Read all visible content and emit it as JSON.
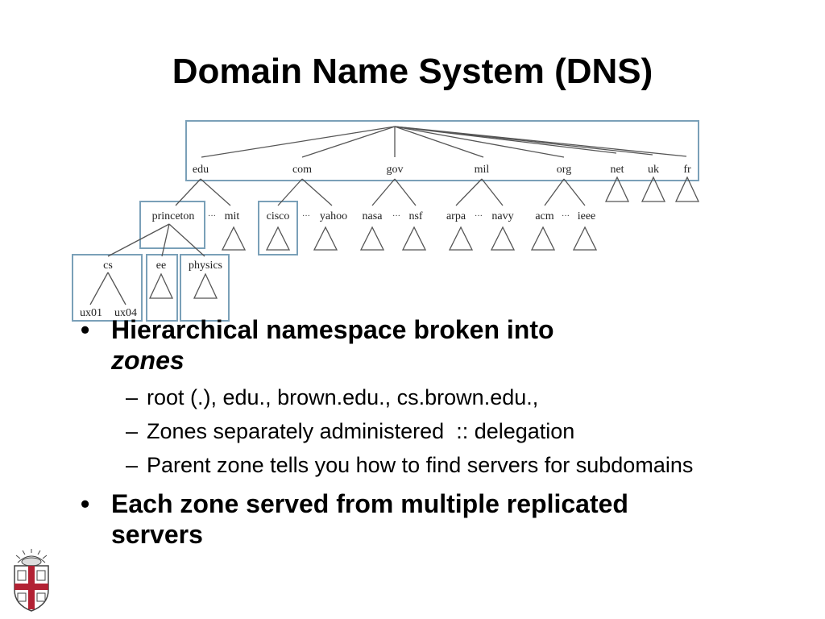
{
  "slide": {
    "title": "Domain Name System (DNS)"
  },
  "tree": {
    "top_level": [
      "edu",
      "com",
      "gov",
      "mil",
      "org",
      "net",
      "uk",
      "fr"
    ],
    "second_level": [
      {
        "label": "princeton"
      },
      {
        "label": "mit"
      },
      {
        "label": "cisco"
      },
      {
        "label": "yahoo"
      },
      {
        "label": "nasa"
      },
      {
        "label": "nsf"
      },
      {
        "label": "arpa"
      },
      {
        "label": "navy"
      },
      {
        "label": "acm"
      },
      {
        "label": "ieee"
      }
    ],
    "separator": "···",
    "third_level": [
      "cs",
      "ee",
      "physics"
    ],
    "hosts": [
      "ux01",
      "ux04"
    ]
  },
  "bullets": [
    {
      "text": "Hierarchical namespace broken into",
      "emph": "zones",
      "subs": [
        "root (.), edu., brown.edu., cs.brown.edu.,",
        "Zones separately administered  :: delegation",
        "Parent zone tells you how to find servers for subdomains"
      ]
    },
    {
      "text": "Each zone served from multiple replicated servers",
      "subs": []
    }
  ],
  "colors": {
    "zone_border": "#7aa0b8",
    "line": "#555555",
    "shield_red": "#b22234"
  },
  "icons": {
    "logo": "university-shield-icon"
  }
}
